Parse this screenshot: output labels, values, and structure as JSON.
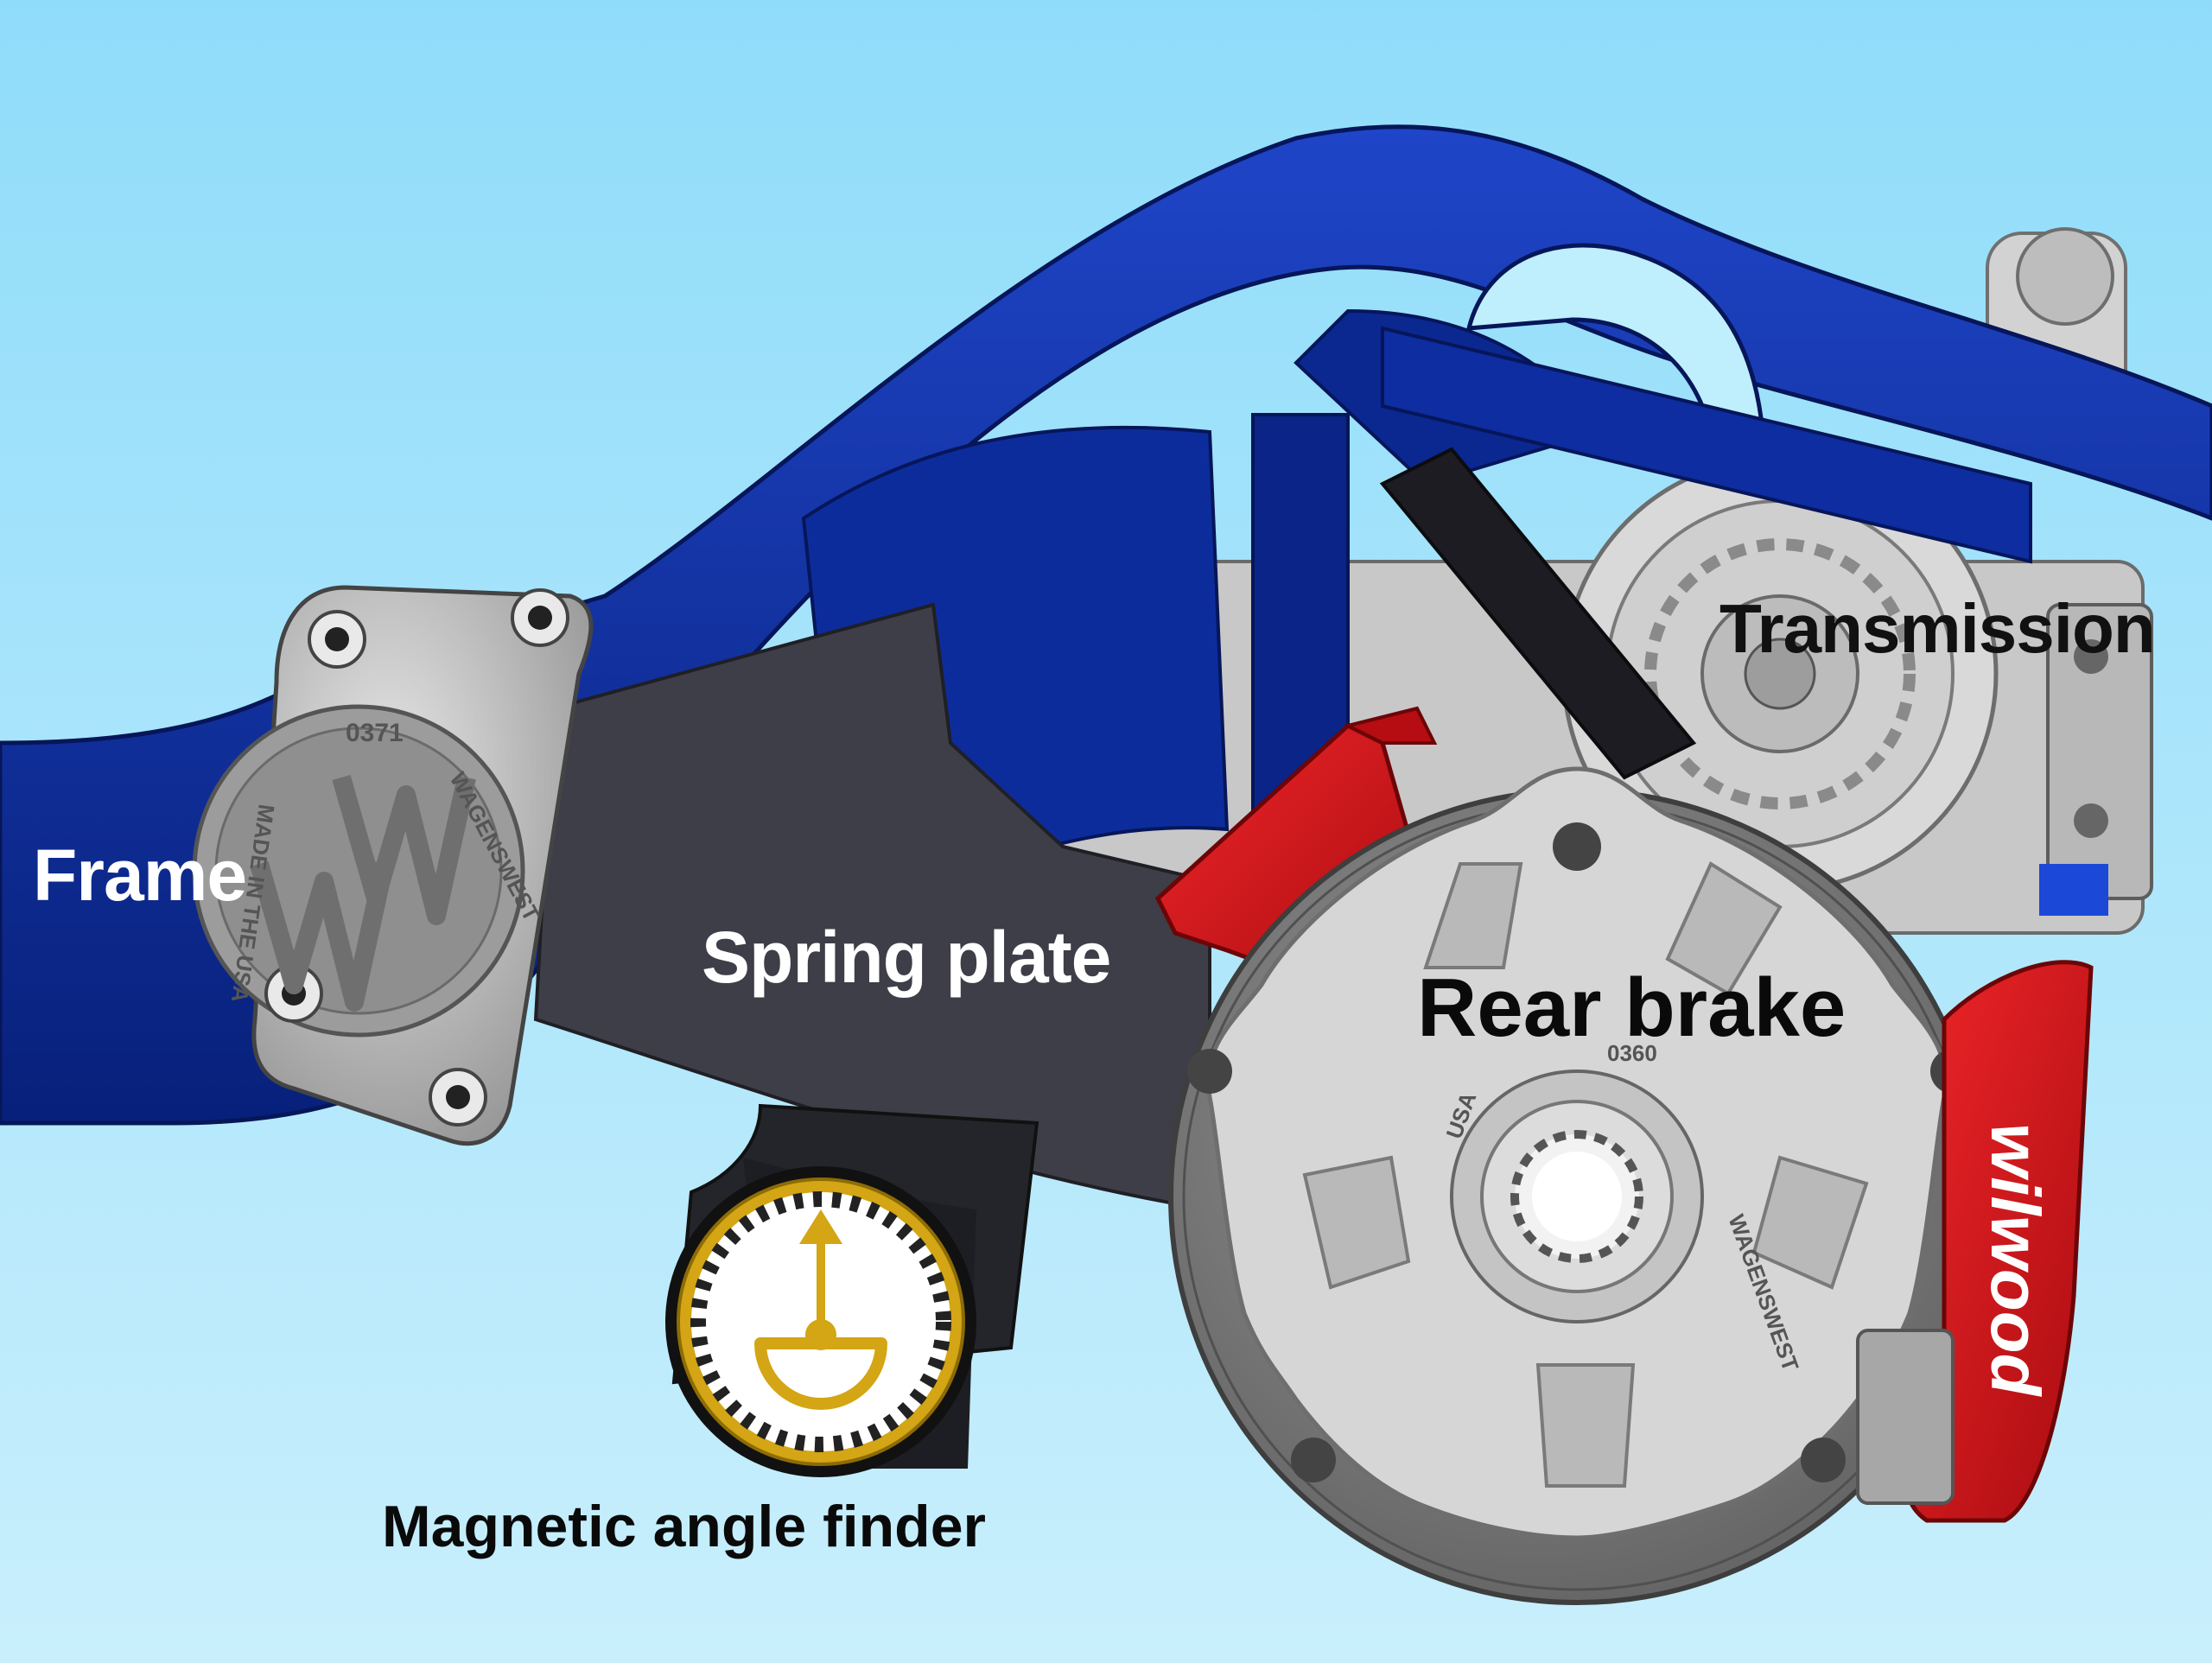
{
  "labels": {
    "frame": "Frame",
    "spring_plate": "Spring plate",
    "transmission": "Transmission",
    "rear_brake": "Rear brake",
    "angle_finder": "Magnetic angle finder"
  },
  "markings": {
    "cover_brand": "WAGENSWEST",
    "cover_origin": "MADE IN THE USA",
    "cover_part": "0371",
    "hub_part": "0360",
    "hub_origin": "USA",
    "hub_brand": "WAGENSWEST",
    "caliper_brand": "wilwood"
  },
  "colors": {
    "sky_top": "#8fdcfa",
    "sky_bottom": "#c5eefc",
    "frame_blue": "#0b2a9a",
    "spring_plate": "#3d3e47",
    "caliper_red": "#d8151a",
    "finder_gold": "#d4a514",
    "rotor_gray": "#8a8a8a"
  }
}
